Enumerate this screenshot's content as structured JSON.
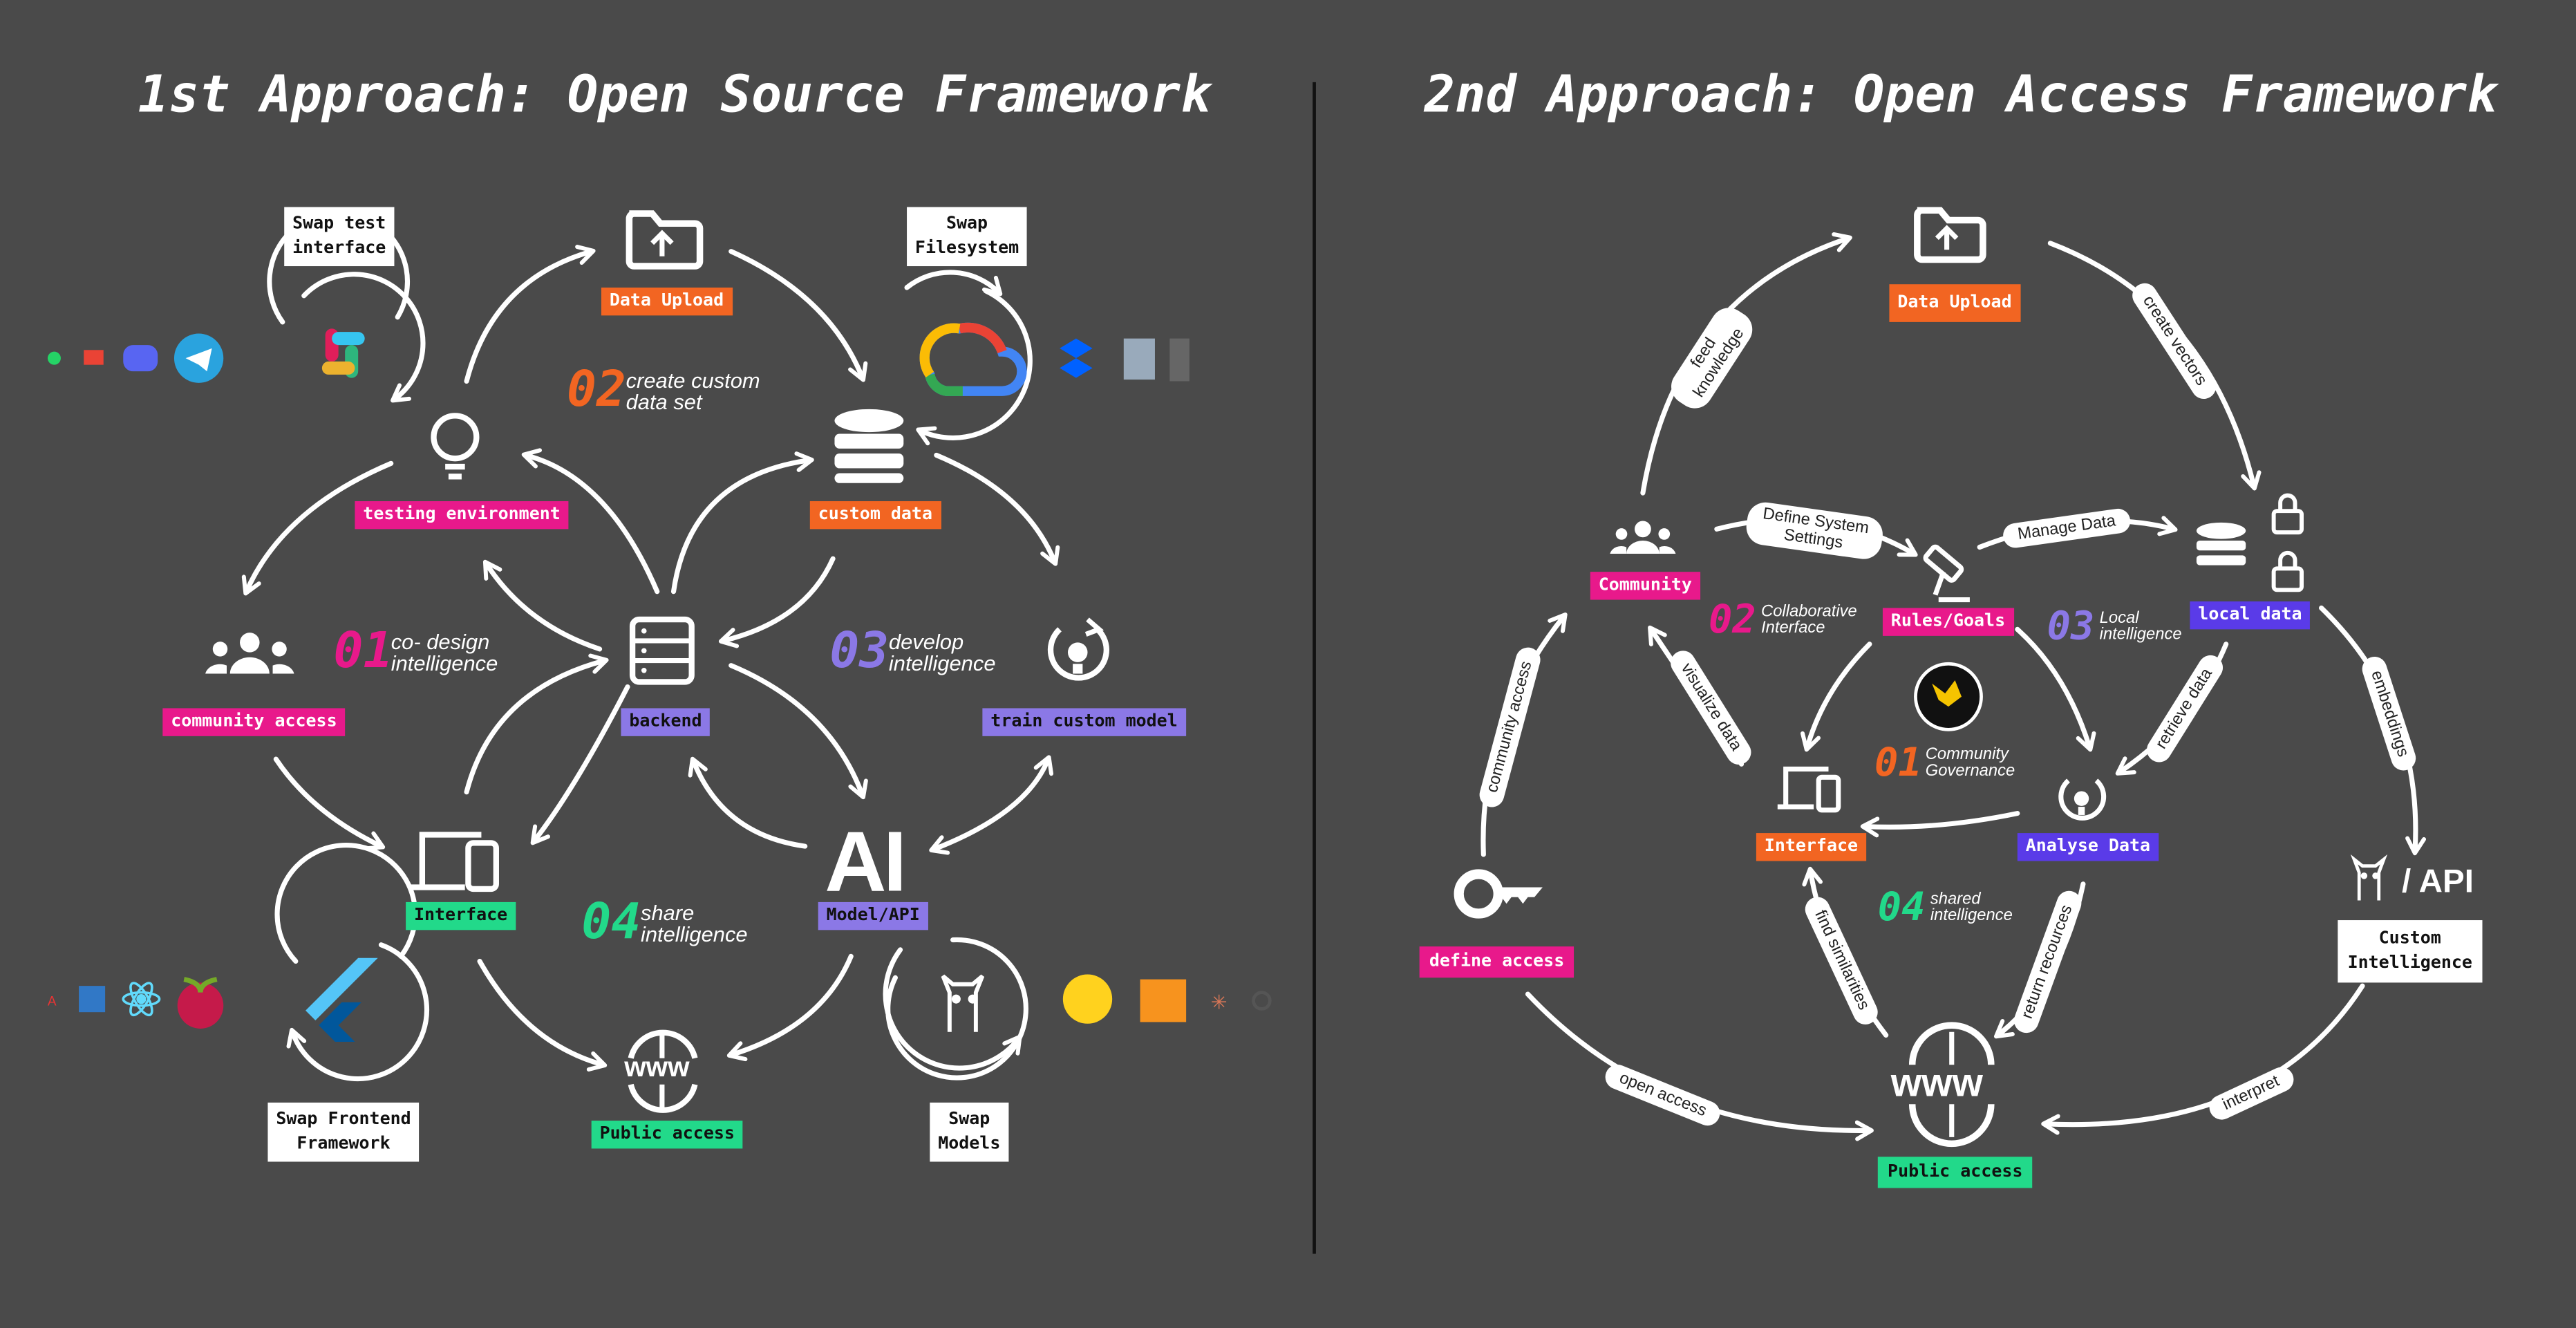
{
  "left": {
    "title": "1st Approach: Open Source Framework",
    "tags": {
      "data_upload": "Data Upload",
      "testing_environment": "testing environment",
      "custom_data": "custom data",
      "community_access": "community access",
      "backend": "backend",
      "train_custom_model": "train custom model",
      "interface": "Interface",
      "model_api": "Model/API",
      "public_access": "Public access"
    },
    "boxes": {
      "swap_test_interface": "Swap test\ninterface",
      "swap_filesystem": "Swap\nFilesystem",
      "swap_frontend": "Swap Frontend\nFramework",
      "swap_models": "Swap\nModels"
    },
    "steps": [
      {
        "num": "01",
        "text": "co- design\nintelligence"
      },
      {
        "num": "02",
        "text": "create custom\ndata set"
      },
      {
        "num": "03",
        "text": "develop\nintelligence"
      },
      {
        "num": "04",
        "text": "share\nintelligence"
      }
    ],
    "ai_text": "AI",
    "www_text": "www"
  },
  "right": {
    "title": "2nd Approach: Open Access Framework",
    "tags": {
      "data_upload": "Data Upload",
      "community": "Community",
      "rules_goals": "Rules/Goals",
      "local_data": "local data",
      "interface": "Interface",
      "analyse_data": "Analyse Data",
      "define_access": "define access",
      "public_access": "Public access"
    },
    "boxes": {
      "custom_intelligence": "Custom\nIntelligence"
    },
    "api_text": "/ API",
    "www_text": "www",
    "steps": [
      {
        "num": "01",
        "text": "Community\nGovernance"
      },
      {
        "num": "02",
        "text": "Collaborative\nInterface"
      },
      {
        "num": "03",
        "text": "Local\nintelligence"
      },
      {
        "num": "04",
        "text": "shared\nintelligence"
      }
    ],
    "pills": {
      "feed_knowledge": "feed\nknowledge",
      "create_vectors": "create vectors",
      "define_system_settings": "Define System\nSettings",
      "manage_data": "Manage Data",
      "visualize_data": "visualize data",
      "retrieve_data": "retrieve data",
      "community_access": "community access",
      "embeddings": "embeddings",
      "find_similarities": "find similarities",
      "return_recources": "return recources",
      "open_access": "open access",
      "interpret": "interpret"
    }
  },
  "colors": {
    "background": "#4a4a4a",
    "pink": "#e8198b",
    "orange": "#f26522",
    "purple": "#8b78e6",
    "violet": "#5a3be8",
    "green": "#22d98a"
  }
}
